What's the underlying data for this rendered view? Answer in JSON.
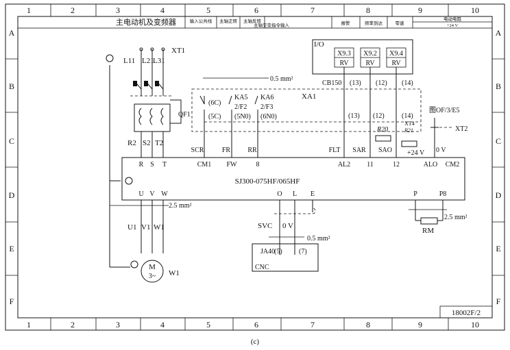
{
  "frame": {
    "columns": [
      "1",
      "2",
      "3",
      "4",
      "5",
      "6",
      "7",
      "8",
      "9",
      "10"
    ],
    "rows": [
      "A",
      "B",
      "C",
      "D",
      "E",
      "F"
    ],
    "drawing_number": "18002F/2",
    "caption": "(c)"
  },
  "title_block": {
    "main_title": "主电动机及变频器",
    "cells": [
      "输入公共线",
      "主轴正转",
      "主轴反转",
      "主轴交变指令输入",
      "报警",
      "频率到达",
      "零速",
      "电动电阻"
    ],
    "sub_value": "+24 V"
  },
  "terminal_xt1": "XT1",
  "supply_lines": [
    "L11",
    "L21",
    "L31"
  ],
  "breaker": {
    "label": "QF1",
    "outputs": [
      "R2",
      "S2",
      "T2"
    ]
  },
  "ground_symbol": "⏚",
  "io_module": {
    "title": "I/O",
    "relays": [
      {
        "top": "X9.3",
        "bottom": "RV"
      },
      {
        "top": "X9.2",
        "bottom": "RV"
      },
      {
        "top": "X9.4",
        "bottom": "RV"
      }
    ],
    "cable": "CB150",
    "pins": [
      "(13)",
      "(12)",
      "(14)"
    ]
  },
  "wire_size_signal": "0.5 mm²",
  "relay_contacts": {
    "a": [
      "(6C)",
      "(5C)"
    ],
    "b": [
      "KA5",
      "2/F2",
      "(5N0)"
    ],
    "c": [
      "KA6",
      "2/F3",
      "(6N0)"
    ]
  },
  "xa1": {
    "label": "XA1",
    "pins": [
      "(13)",
      "(12)",
      "(14)"
    ],
    "xt4": "XT4",
    "r21": "R21",
    "r20": "R20",
    "ref": "图OF/3/E5",
    "xt2": "XT2",
    "plus24": "+24 V",
    "zero_v": "0 V"
  },
  "inverter": {
    "model": "SJ300-075HF/065HF",
    "top_labels": [
      "SCR",
      "FR",
      "RR",
      "FLT",
      "SAR",
      "SAO"
    ],
    "top_terminals": [
      "CM1",
      "FW",
      "8",
      "AL2",
      "11",
      "12",
      "ALO",
      "CM2"
    ],
    "input_terminals": [
      "R",
      "S",
      "T"
    ],
    "output_terminals": [
      "U",
      "V",
      "W"
    ],
    "analog_terminals": [
      "O",
      "L",
      "E"
    ],
    "brake_terminals": [
      "P",
      "P8"
    ]
  },
  "wire_size_power": "2.5 mm²",
  "motor": {
    "terminals": [
      "U1",
      "V1",
      "W1"
    ],
    "symbol": "M",
    "phase": "3~",
    "label": "W1"
  },
  "svc": {
    "label": "SVC",
    "value": "0 V"
  },
  "cnc": {
    "connector": "JA40",
    "pins": [
      "(5)",
      "(7)"
    ],
    "label": "CNC"
  },
  "brake_resistor": "RM"
}
